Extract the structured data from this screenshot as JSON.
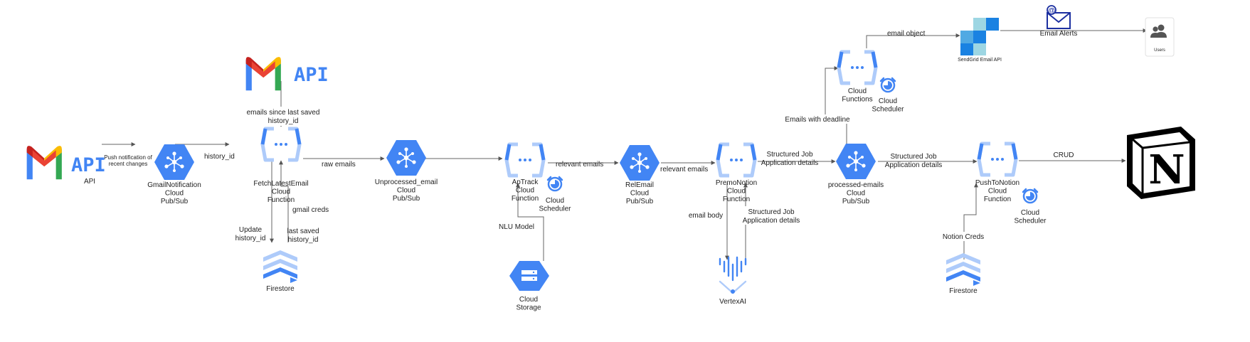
{
  "nodes": {
    "gmail_api_left": {
      "label": "API",
      "logo_text": "API"
    },
    "gmail_notification": {
      "label": [
        "GmailNotification",
        "Cloud",
        "Pub/Sub"
      ]
    },
    "gmail_api_top": {
      "logo_text": "API"
    },
    "fetch_latest_email": {
      "label": [
        "FetchLatestEmail",
        "Cloud",
        "Function"
      ]
    },
    "firestore_1": {
      "label": "Firestore"
    },
    "unprocessed_email": {
      "label": [
        "Unprocessed_email",
        "Cloud",
        "Pub/Sub"
      ]
    },
    "aptrack": {
      "label": [
        "ApTrack",
        "Cloud",
        "Function"
      ]
    },
    "scheduler_aptrack": {
      "label": [
        "Cloud",
        "Scheduler"
      ]
    },
    "cloud_storage": {
      "label": [
        "Cloud",
        "Storage"
      ]
    },
    "relemail": {
      "label": [
        "RelEmail",
        "Cloud",
        "Pub/Sub"
      ]
    },
    "premonotion": {
      "label": [
        "PremoNotion",
        "Cloud",
        "Function"
      ]
    },
    "vertexai": {
      "label": "VertexAI"
    },
    "processed_emails": {
      "label": [
        "processed-emails",
        "Cloud",
        "Pub/Sub"
      ]
    },
    "cloud_functions_top": {
      "label": [
        "Cloud",
        "Functions"
      ]
    },
    "scheduler_top": {
      "label": [
        "Cloud",
        "Scheduler"
      ]
    },
    "sendgrid": {
      "label": "SendGrid Email API"
    },
    "email_alert_icon": {
      "label": "Email Alerts"
    },
    "users": {
      "label": "Users"
    },
    "push_to_notion": {
      "label": [
        "PushToNotion",
        "Cloud",
        "Function"
      ]
    },
    "scheduler_push": {
      "label": [
        "Cloud",
        "Scheduler"
      ]
    },
    "firestore_2": {
      "label": "Firestore"
    },
    "notion": {
      "logo_text": "N"
    }
  },
  "edges": {
    "push_notification": [
      "Push notification of",
      "recent changes"
    ],
    "history_id": "history_id",
    "emails_since": [
      "emails since last saved",
      "history_id"
    ],
    "update_history": [
      "Update",
      "history_id"
    ],
    "gmail_creds": "gmail creds",
    "last_saved": [
      "last saved",
      "history_id"
    ],
    "raw_emails": "raw emails",
    "nlu_model": "NLU Model",
    "relevant_emails_1": "relevant emails",
    "relevant_emails_2": "relevant emails",
    "email_body": "email body",
    "structured_vertex": [
      "Structured Job",
      "Application details"
    ],
    "structured_1": [
      "Structured Job",
      "Application details"
    ],
    "structured_2": [
      "Structured Job",
      "Application details"
    ],
    "emails_with_deadline": "Emails with deadline",
    "email_object": "email object",
    "notion_creds": "Notion Creds",
    "crud": "CRUD"
  },
  "colors": {
    "gcp_blue": "#4285f4",
    "gcp_light": "#aecbfa",
    "gmail_red": "#ea4335",
    "gmail_yellow": "#fbbc04",
    "gmail_green": "#34a853",
    "gmail_blue": "#4285f4",
    "notion_black": "#000000",
    "sendgrid_dark": "#1a82e2",
    "sendgrid_light": "#51a9e3",
    "sendgrid_pale": "#9dd6e3",
    "email_icon": "#1c2fa0",
    "users_icon": "#555555"
  }
}
